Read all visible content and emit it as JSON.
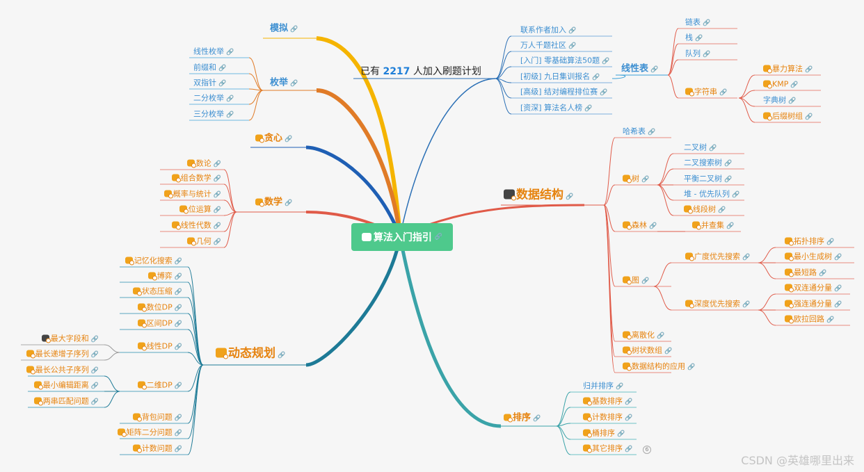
{
  "root": {
    "label": "算法入门指引"
  },
  "announcement": {
    "prefix": "已有",
    "count": "2217",
    "suffix": "人加入刷题计划"
  },
  "community": [
    "联系作者加入",
    "万人千题社区",
    "[入门] 零基础算法50题",
    "[初级] 九日集训报名",
    "[高级] 结对编程排位赛",
    "[资深] 算法名人榜"
  ],
  "left": {
    "moni": "模拟",
    "meiju": {
      "label": "枚举",
      "children": [
        "线性枚举",
        "前缀和",
        "双指针",
        "二分枚举",
        "三分枚举"
      ]
    },
    "tanxin": "贪心",
    "shuxue": {
      "label": "数学",
      "children": [
        "数论",
        "组合数学",
        "概率与统计",
        "位运算",
        "线性代数",
        "几何"
      ]
    },
    "dp": {
      "label": "动态规划",
      "children": [
        "记忆化搜索",
        "博弈",
        "状态压缩",
        "数位DP",
        "区间DP",
        "线性DP",
        "二维DP",
        "背包问题",
        "矩阵二分问题",
        "计数问题"
      ],
      "linear_children": [
        "最大字段和",
        "最长递增子序列"
      ],
      "grid_children": [
        "最长公共子序列",
        "最小编辑距离",
        "两串匹配问题"
      ]
    }
  },
  "right": {
    "linear": {
      "label": "线性表",
      "children": [
        "链表",
        "栈",
        "队列",
        "字符串"
      ],
      "string_children": [
        "暴力算法",
        "KMP",
        "字典树",
        "后缀树组"
      ]
    },
    "ds": {
      "label": "数据结构",
      "children": [
        "哈希表",
        "树",
        "森林",
        "图",
        "离散化",
        "树状数组",
        "数据结构的应用"
      ],
      "tree_children": [
        "二叉树",
        "二叉搜索树",
        "平衡二叉树",
        "堆 - 优先队列",
        "线段树"
      ],
      "forest_children": [
        "并查集"
      ],
      "graph_children": [
        "广度优先搜索",
        "深度优先搜索"
      ],
      "bfs_children": [
        "拓扑排序",
        "最小生成树",
        "最短路"
      ],
      "dfs_children": [
        "双连通分量",
        "强连通分量",
        "欧拉回路"
      ]
    },
    "sort": {
      "label": "排序",
      "children": [
        "归并排序",
        "基数排序",
        "计数排序",
        "桶排序",
        "其它排序"
      ],
      "badge": "6"
    }
  },
  "colors": {
    "moni": "#f5b400",
    "meiju": "#e07b27",
    "tanxin": "#1f5fb4",
    "shuxue": "#e05a48",
    "dp": "#1d7a96",
    "community": "#2a6fb5",
    "ds": "#e05a48",
    "sort": "#3aa3a8",
    "linear": "#3aa0d8",
    "leaf_blue": "#3d8fd1",
    "leaf_orange": "#e6830f",
    "root_bg": "#4ec98c"
  },
  "watermark": "CSDN @英雄哪里出来"
}
